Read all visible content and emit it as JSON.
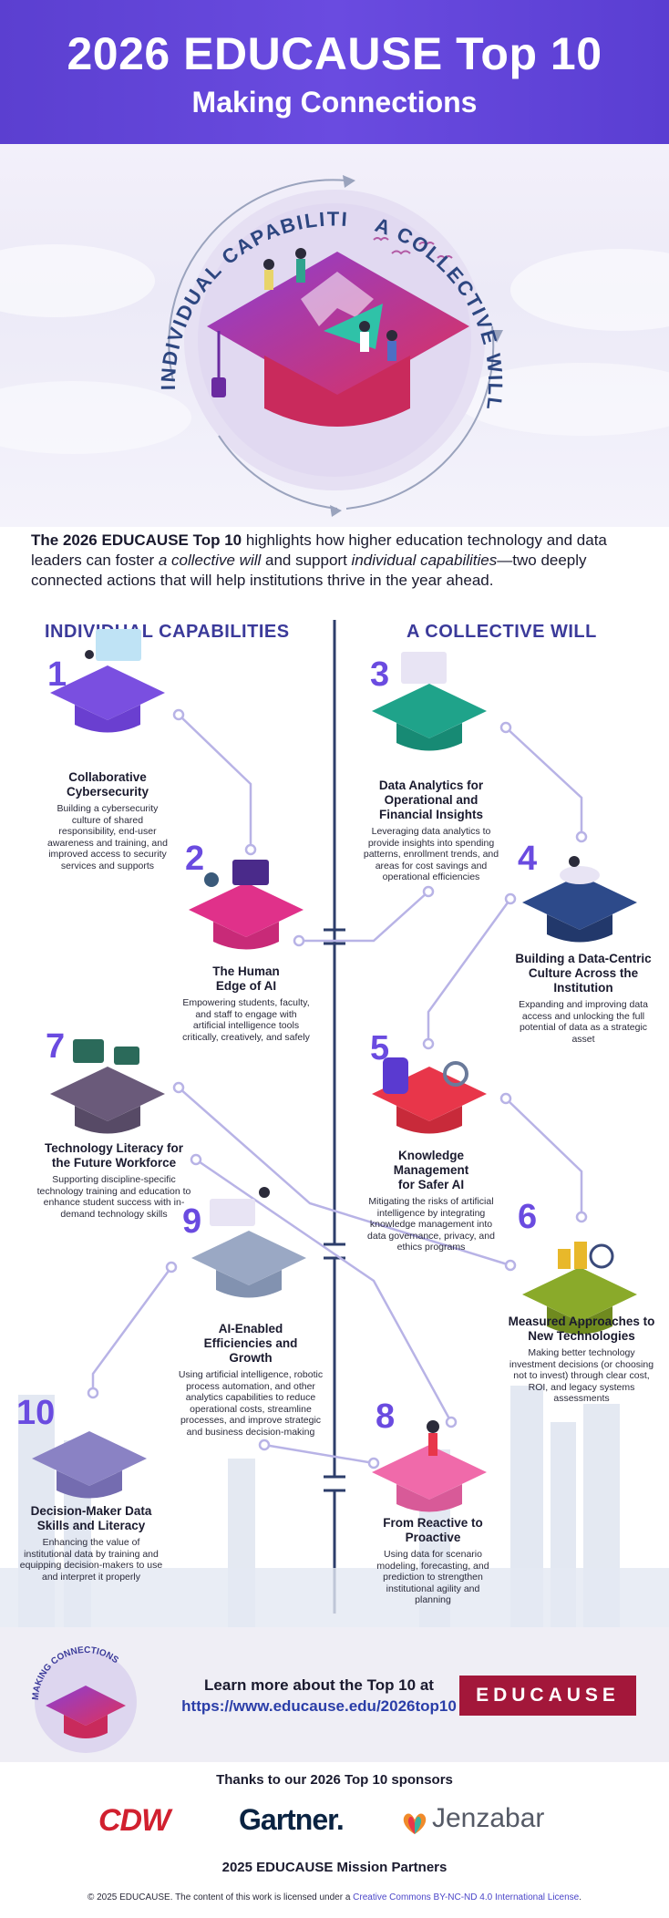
{
  "header": {
    "title": "2026 EDUCAUSE Top 10",
    "subtitle": "Making Connections"
  },
  "hero": {
    "arc_left": "INDIVIDUAL CAPABILITIES",
    "arc_right": "A COLLECTIVE WILL"
  },
  "intro": {
    "lead": "The 2026 EDUCAUSE Top 10",
    "part1": " highlights how higher education technology and data leaders can foster ",
    "em1": "a collective will",
    "part2": " and support ",
    "em2": "individual capabilities",
    "part3": "—two deeply connected actions that will help institutions thrive in the year ahead."
  },
  "columns": {
    "left": "INDIVIDUAL CAPABILITIES",
    "right": "A COLLECTIVE WILL"
  },
  "items": [
    {
      "num": "1",
      "title": "Collaborative Cybersecurity",
      "desc": "Building a cybersecurity culture of shared responsibility, end-user awareness and training, and improved access to security services and supports"
    },
    {
      "num": "2",
      "title": "The Human Edge of AI",
      "desc": "Empowering students, faculty, and staff to engage with artificial intelligence tools critically, creatively, and safely"
    },
    {
      "num": "3",
      "title": "Data Analytics for Operational and Financial Insights",
      "desc": "Leveraging data analytics to provide insights into spending patterns, enrollment trends, and areas for cost savings and operational efficiencies"
    },
    {
      "num": "4",
      "title": "Building a Data-Centric Culture Across the Institution",
      "desc": "Expanding and improving data access and unlocking the full potential of data as a strategic asset"
    },
    {
      "num": "5",
      "title": "Knowledge Management for Safer AI",
      "desc": "Mitigating the risks of artificial intelligence by integrating knowledge management into data governance, privacy, and ethics programs"
    },
    {
      "num": "6",
      "title": "Measured Approaches to New Technologies",
      "desc": "Making better technology investment decisions (or choosing not to invest) through clear cost, ROI, and legacy systems assessments"
    },
    {
      "num": "7",
      "title": "Technology Literacy for the Future Workforce",
      "desc": "Supporting discipline-specific technology training and education to enhance student success with in-demand technology skills"
    },
    {
      "num": "8",
      "title": "From Reactive to Proactive",
      "desc": "Using data for scenario modeling, forecasting, and prediction to strengthen institutional agility and planning"
    },
    {
      "num": "9",
      "title": "AI-Enabled Efficiencies and Growth",
      "desc": "Using artificial intelligence, robotic process automation, and other analytics capabilities to reduce operational costs, streamline processes, and improve strategic and business decision-making"
    },
    {
      "num": "10",
      "title": "Decision-Maker Data Skills and Literacy",
      "desc": "Enhancing the value of institutional data by training and equipping decision-makers to use and interpret it properly"
    }
  ],
  "footer": {
    "badge_text": "MAKING CONNECTIONS",
    "learn_text": "Learn more about the Top 10 at",
    "learn_url": "https://www.educause.edu/2026top10",
    "logo_text": "EDUCAUSE",
    "sponsors_heading": "Thanks to our 2026 Top 10 sponsors",
    "sponsors": [
      "CDW",
      "Gartner.",
      "Jenzabar"
    ],
    "mission_heading": "2025 EDUCAUSE Mission Partners",
    "copyright": "© 2025 EDUCAUSE. The content of this work is licensed under a ",
    "license": "Creative Commons BY-NC-ND 4.0 International License",
    "copyright_end": "."
  },
  "colors": {
    "header": "#5b3fd0",
    "accent": "#6a4be0",
    "column_heading": "#3b3a9a",
    "connector": "#b8b3e6",
    "divider": "#2d3e6b",
    "edu_logo": "#a3173a",
    "cdw": "#d1202f",
    "gartner": "#0a2342"
  }
}
